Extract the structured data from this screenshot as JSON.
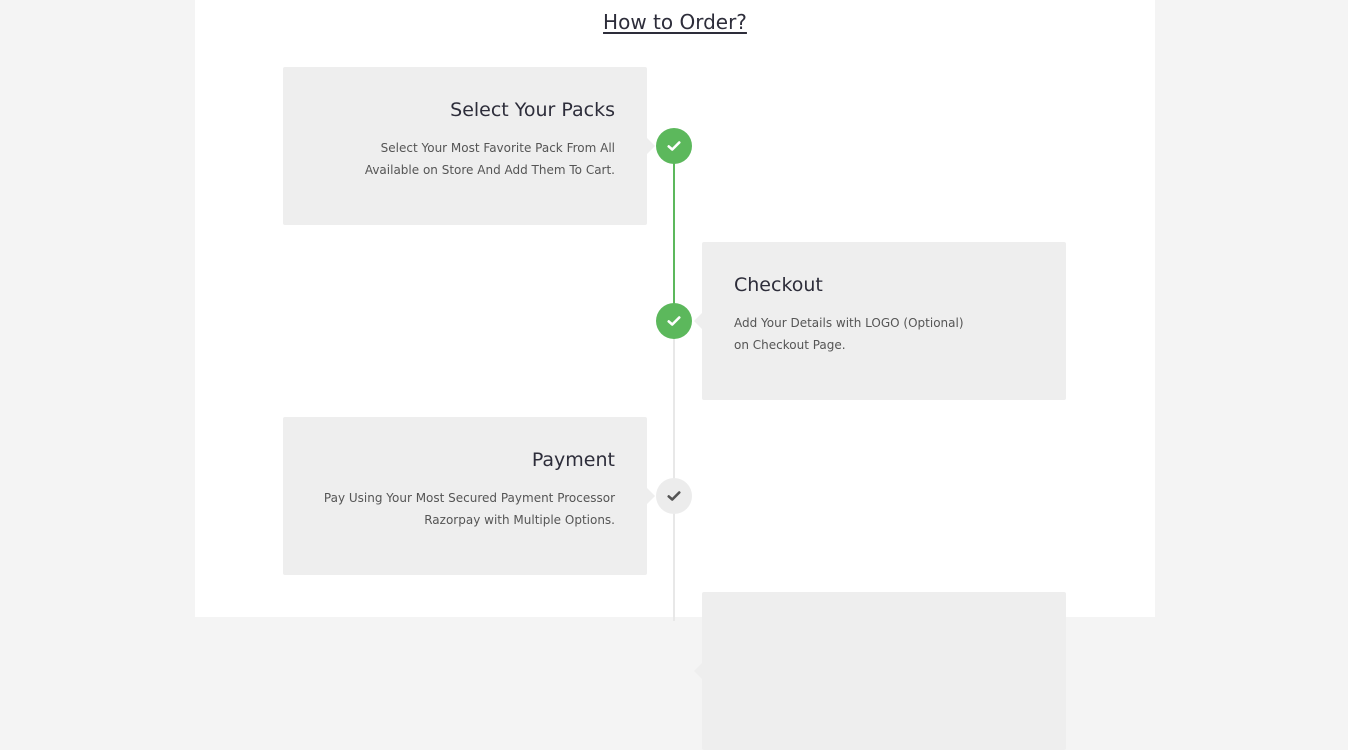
{
  "heading": "How to Order?",
  "steps": [
    {
      "title": "Select Your Packs",
      "text": "Select Your Most Favorite Pack From All Available on Store And Add Them To Cart.",
      "status": "done",
      "icon": "check-icon"
    },
    {
      "title": "Checkout",
      "text": "Add Your Details with LOGO (Optional) on Checkout Page.",
      "status": "done",
      "icon": "check-icon"
    },
    {
      "title": "Payment",
      "text": "Pay Using Your Most Secured Payment Processor Razorpay with Multiple Options.",
      "status": "pending",
      "icon": "check-icon"
    }
  ],
  "colors": {
    "done": "#5cb85c",
    "pending": "#ececec",
    "card_bg": "#eeeeee",
    "page_bg": "#f4f4f4"
  }
}
